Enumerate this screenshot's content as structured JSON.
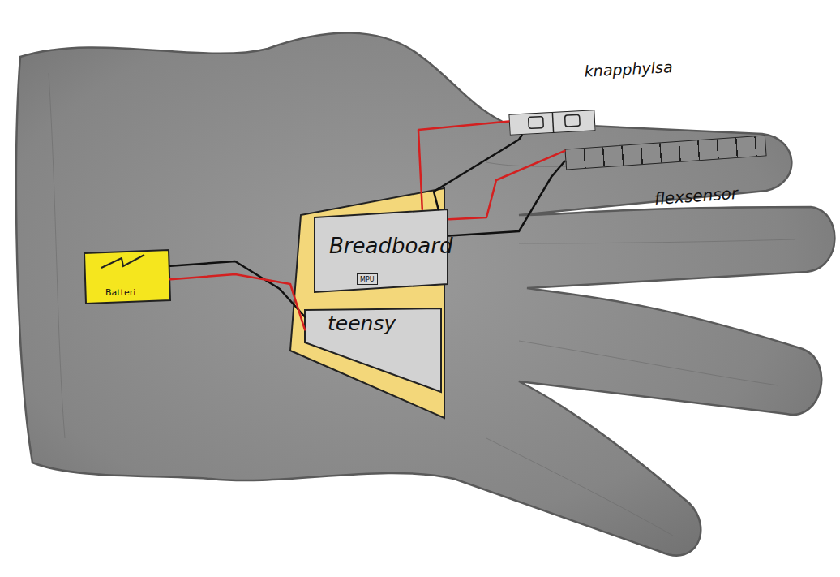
{
  "diagram": {
    "nodes": [
      {
        "text": [
          "Batteri"
        ]
      },
      {
        "text": [
          "Breadboard"
        ]
      },
      {
        "text": [
          "MPU"
        ],
        "in": 1
      },
      {
        "text": [
          "teensy"
        ]
      },
      {
        "text": [
          "knapphylsa"
        ]
      },
      {
        "text": [
          "flexsensor"
        ]
      }
    ],
    "edges": [
      {
        "from": 0,
        "to": 3,
        "arrow": "none"
      },
      {
        "from": 0,
        "to": 3,
        "arrow": "none"
      },
      {
        "from": 1,
        "to": 4,
        "arrow": "none"
      },
      {
        "from": 1,
        "to": 4,
        "arrow": "none"
      },
      {
        "from": 1,
        "to": 5,
        "arrow": "none"
      },
      {
        "from": 1,
        "to": 5,
        "arrow": "none"
      }
    ]
  }
}
